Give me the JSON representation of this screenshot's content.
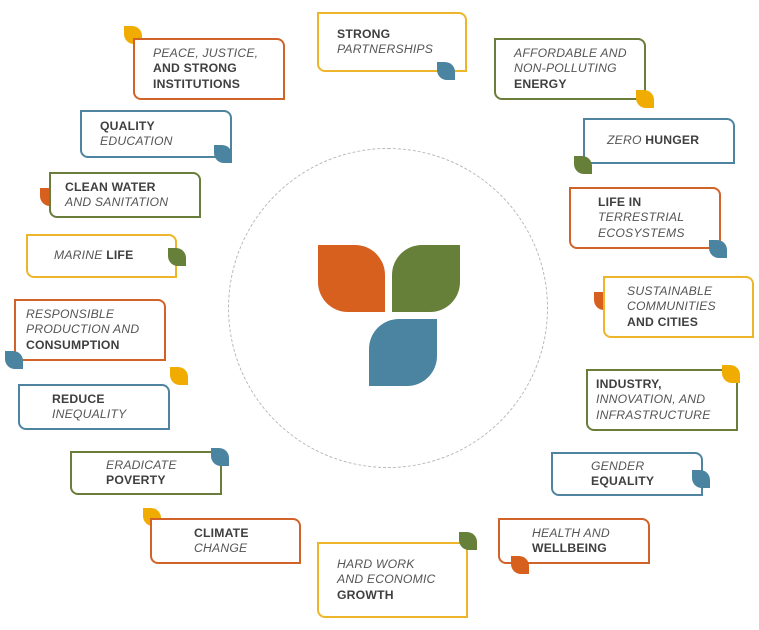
{
  "colors": {
    "orange": "#d7601f",
    "yellow": "#f0ac00",
    "green": "#66803a",
    "blue": "#4b84a0"
  },
  "center_logo": "three-leaf-logo",
  "goals": {
    "strong_partnerships": {
      "line1": "STRONG",
      "line2": "PARTNERSHIPS"
    },
    "peace_justice": {
      "line1": "PEACE, JUSTICE,",
      "line2": "AND STRONG",
      "line3": "INSTITUTIONS"
    },
    "affordable_energy": {
      "line1": "AFFORDABLE AND",
      "line2": "NON-POLLUTING",
      "line3": "ENERGY"
    },
    "quality_education": {
      "line1": "QUALITY",
      "line2": "EDUCATION"
    },
    "zero_hunger": {
      "part1": "ZERO",
      "part2": "HUNGER"
    },
    "clean_water": {
      "line1": "CLEAN WATER",
      "line2": "AND SANITATION"
    },
    "life_terrestrial": {
      "line1": "LIFE IN",
      "line2": "TERRESTRIAL",
      "line3": "ECOSYSTEMS"
    },
    "marine_life": {
      "part1": "MARINE",
      "part2": "LIFE"
    },
    "sustainable_communities": {
      "line1": "SUSTAINABLE",
      "line2": "COMMUNITIES",
      "line3": "AND CITIES"
    },
    "responsible_production": {
      "line1": "RESPONSIBLE",
      "line2": "PRODUCTION AND",
      "line3": "CONSUMPTION"
    },
    "industry": {
      "line1": "INDUSTRY,",
      "line2": "INNOVATION, AND",
      "line3": "INFRASTRUCTURE"
    },
    "reduce_inequality": {
      "line1": "REDUCE",
      "line2": "INEQUALITY"
    },
    "gender_equality": {
      "line1": "GENDER",
      "line2": "EQUALITY"
    },
    "eradicate_poverty": {
      "line1": "ERADICATE",
      "line2": "POVERTY"
    },
    "health_wellbeing": {
      "line1": "HEALTH AND",
      "line2": "WELLBEING"
    },
    "climate_change": {
      "line1": "CLIMATE",
      "line2": "CHANGE"
    },
    "hard_work": {
      "line1": "HARD WORK",
      "line2": "AND ECONOMIC",
      "line3": "GROWTH"
    }
  }
}
